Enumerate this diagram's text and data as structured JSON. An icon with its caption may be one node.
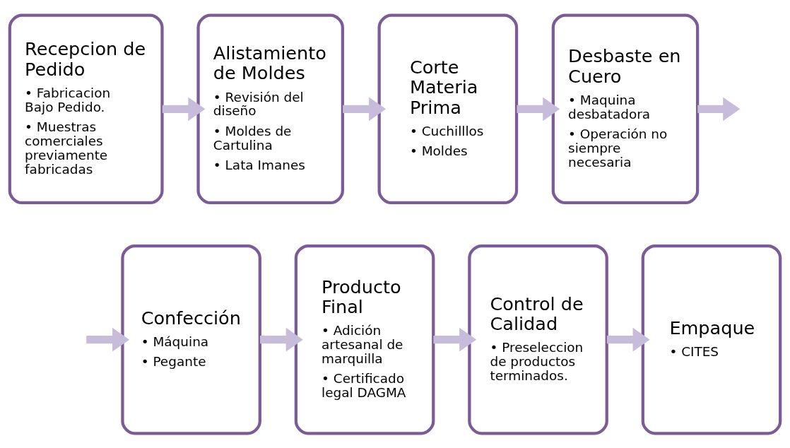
{
  "diagram": {
    "nodes": [
      {
        "text": [
          "Recepcion de Pedido",
          "• Fabricacion Bajo Pedido.",
          "• Muestras comerciales previamente fabricadas"
        ]
      },
      {
        "text": [
          "Alistamiento de Moldes",
          "• Revisión del diseño",
          "• Moldes de Cartulina",
          "• Lata Imanes"
        ]
      },
      {
        "text": [
          "Corte Materia Prima",
          "• Cuchilllos",
          "• Moldes"
        ]
      },
      {
        "text": [
          "Desbaste en Cuero",
          "• Maquina desbatadora",
          "• Operación no siempre necesaria"
        ]
      },
      {
        "text": [
          "Confección",
          "• Máquina",
          "• Pegante"
        ]
      },
      {
        "text": [
          "Producto Final",
          "• Adición artesanal de marquilla",
          "• Certificado legal DAGMA"
        ]
      },
      {
        "text": [
          "Control de Calidad",
          "• Preseleccion de productos terminados."
        ]
      },
      {
        "text": [
          "Empaque",
          "• CITES"
        ]
      }
    ],
    "edges": [
      {
        "from": 0,
        "to": 1,
        "arrow": "to"
      },
      {
        "from": 1,
        "to": 2,
        "arrow": "to"
      },
      {
        "from": 2,
        "to": 3,
        "arrow": "to"
      },
      {
        "from": 3,
        "to": null,
        "arrow": "to"
      },
      {
        "from": null,
        "to": 4,
        "arrow": "to"
      },
      {
        "from": 4,
        "to": 5,
        "arrow": "to"
      },
      {
        "from": 5,
        "to": 6,
        "arrow": "to"
      },
      {
        "from": 6,
        "to": 7,
        "arrow": "to"
      }
    ]
  }
}
